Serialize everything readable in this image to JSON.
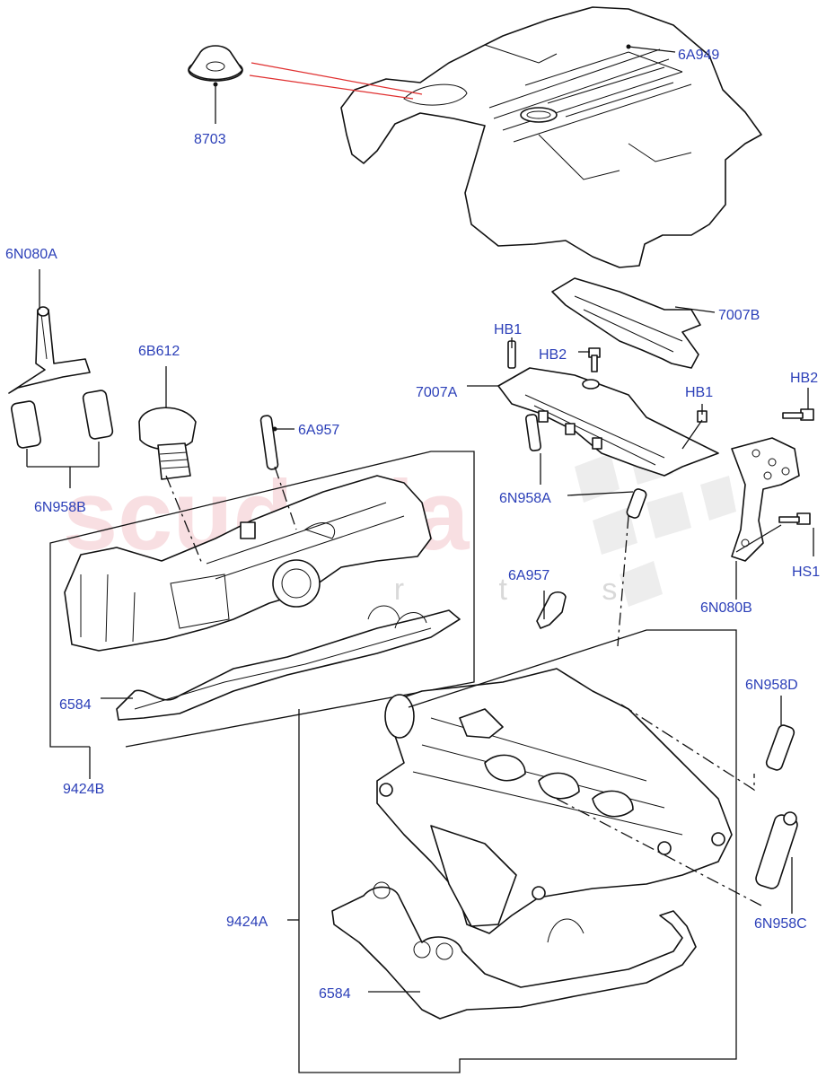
{
  "watermark": {
    "brand": "scuderia",
    "sub": "p a r t s"
  },
  "labels": {
    "l_6A949": "6A949",
    "l_8703": "8703",
    "l_6N080A": "6N080A",
    "l_6B612": "6B612",
    "l_6A957_top": "6A957",
    "l_6N958B": "6N958B",
    "l_7007B": "7007B",
    "l_HB1_left": "HB1",
    "l_HB2_mid": "HB2",
    "l_7007A": "7007A",
    "l_HB1_right": "HB1",
    "l_HB2_right": "HB2",
    "l_6N958A": "6N958A",
    "l_HS1": "HS1",
    "l_6N080B": "6N080B",
    "l_6A957_mid": "6A957",
    "l_6584_left": "6584",
    "l_9424B": "9424B",
    "l_6N958D": "6N958D",
    "l_9424A": "9424A",
    "l_6N958C": "6N958C",
    "l_6584_bottom": "6584"
  },
  "colors": {
    "label": "#2b3fb8",
    "line": "#111111",
    "pointer": "#e03030",
    "watermark": "#f4c6cc"
  }
}
